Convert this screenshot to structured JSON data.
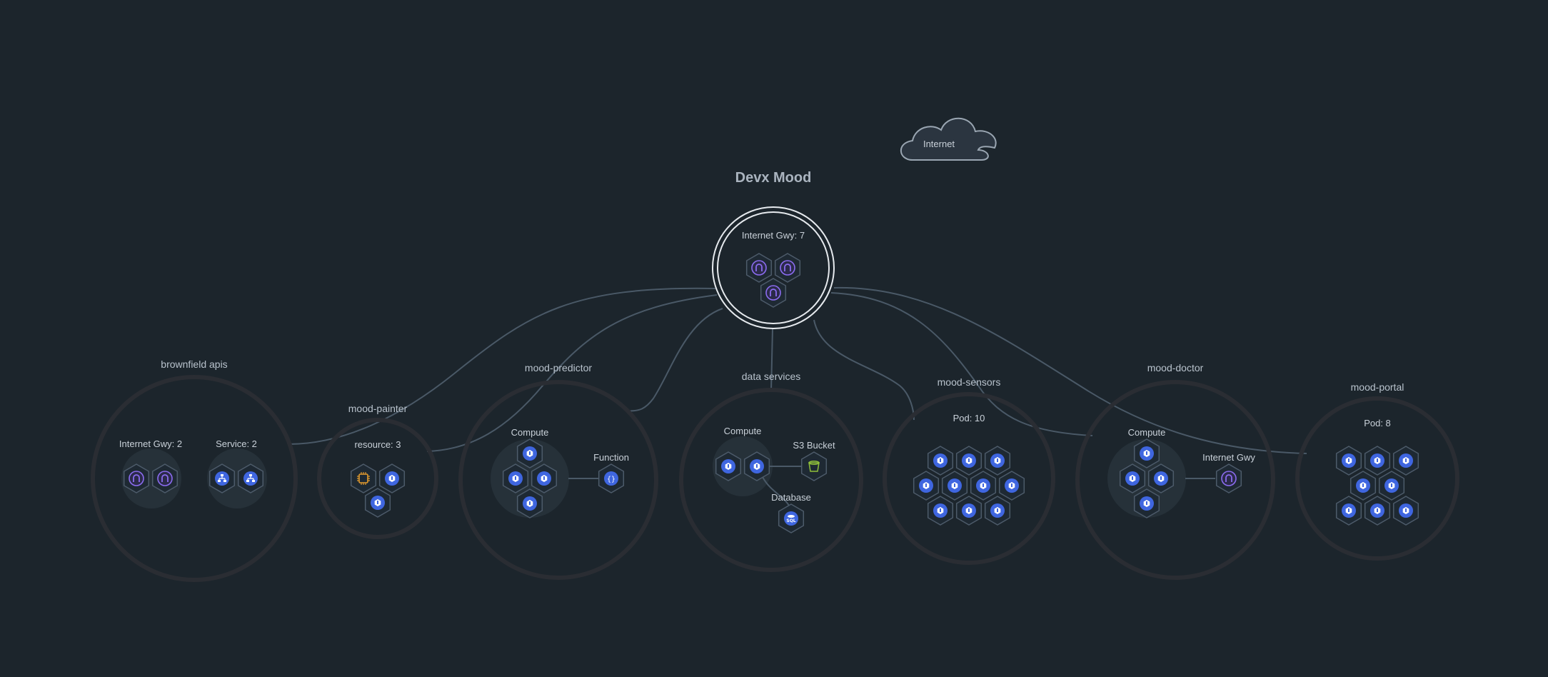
{
  "title": "Devx Mood",
  "cloud": {
    "label": "Internet"
  },
  "hub": {
    "label": "Internet Gwy: 7",
    "icon": "internet-gateway-icon"
  },
  "groups": {
    "brownfield": {
      "title": "brownfield apis",
      "igw": "Internet Gwy: 2",
      "svc": "Service: 2"
    },
    "painter": {
      "title": "mood-painter",
      "res": "resource: 3"
    },
    "predictor": {
      "title": "mood-predictor",
      "compute": "Compute",
      "function": "Function"
    },
    "data": {
      "title": "data services",
      "compute": "Compute",
      "s3": "S3 Bucket",
      "db": "Database"
    },
    "sensors": {
      "title": "mood-sensors",
      "pods": "Pod: 10"
    },
    "doctor": {
      "title": "mood-doctor",
      "compute": "Compute",
      "igw": "Internet Gwy"
    },
    "portal": {
      "title": "mood-portal",
      "pods": "Pod: 8"
    }
  },
  "icons": {
    "gateway": "internet-gateway-icon",
    "pod": "pod-icon",
    "service": "service-icon",
    "chip": "chip-icon",
    "function": "function-icon",
    "bucket": "s3-bucket-icon",
    "database": "database-icon"
  },
  "colors": {
    "background": "#1c252c",
    "node_blue": "#3f66e0",
    "gateway_purple": "#8b6cf0",
    "chip_orange": "#e29a2e",
    "bucket_green": "#8fbf3a",
    "edge": "#4a5967"
  }
}
